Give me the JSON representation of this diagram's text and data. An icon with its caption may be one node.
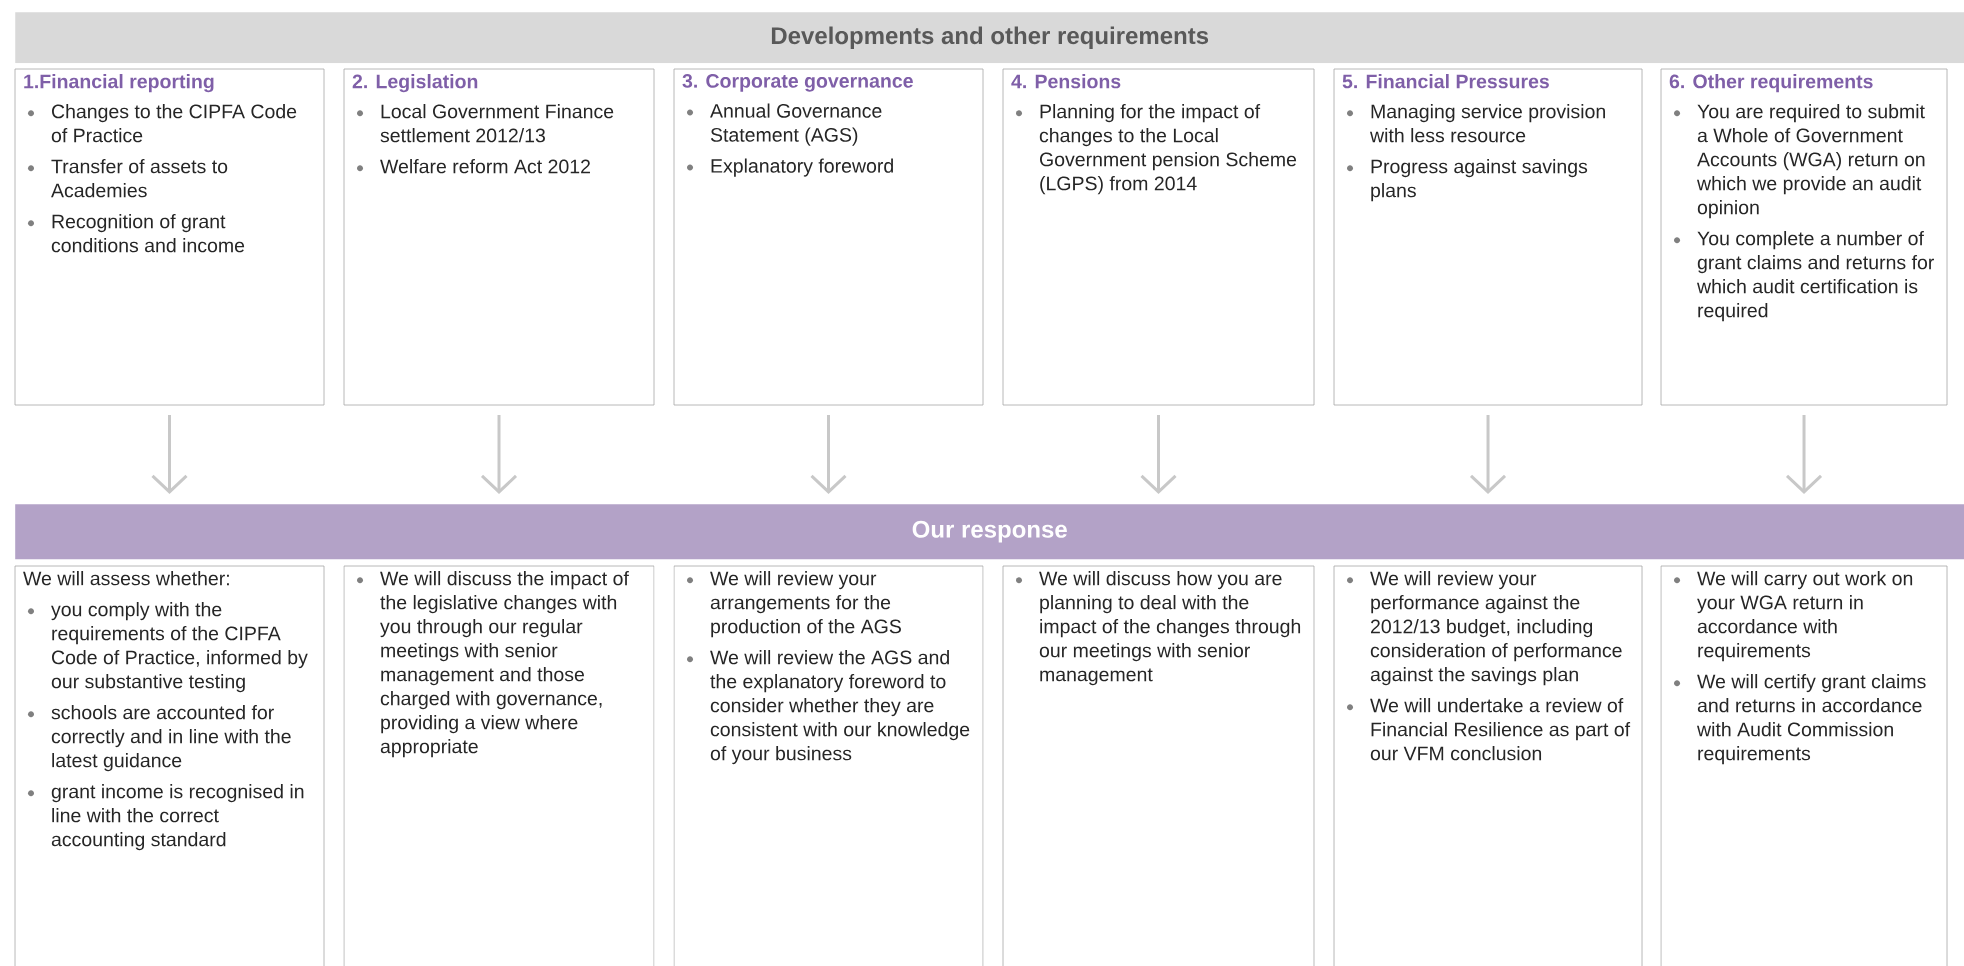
{
  "diagram": {
    "nodes": [
      {
        "text": [
          "Developments and other requirements"
        ]
      },
      {
        "text": [
          "1.Financial reporting",
          "Changes to the CIPFA Code of Practice",
          "Transfer of assets to Academies",
          "Recognition of grant conditions and income"
        ]
      },
      {
        "text": [
          "2. Legislation",
          "Local Government Finance settlement 2012/13",
          "Welfare reform Act 2012"
        ]
      },
      {
        "text": [
          "3. Corporate governance",
          "Annual Governance Statement (AGS)",
          "Explanatory foreword"
        ]
      },
      {
        "text": [
          "4. Pensions",
          "Planning for the impact of changes to the Local Government pension Scheme (LGPS) from 2014"
        ]
      },
      {
        "text": [
          "5. Financial Pressures",
          "Managing service provision with less resource",
          "Progress against savings plans"
        ]
      },
      {
        "text": [
          "6. Other requirements",
          "You are required to submit a Whole of Government Accounts (WGA) return on which we provide an audit opinion",
          "You complete a number of grant claims and returns for which audit certification is required"
        ]
      },
      {
        "text": [
          "Our response"
        ]
      },
      {
        "text": [
          "We will assess whether:",
          "you comply with the requirements of the CIPFA Code of Practice, informed by our substantive testing",
          "schools are accounted for correctly and in line with the latest guidance",
          "grant income is recognised in line with the correct accounting standard"
        ]
      },
      {
        "text": [
          "We will discuss the impact of the legislative changes with you through our regular meetings with senior management and those charged with governance, providing a view where appropriate"
        ]
      },
      {
        "text": [
          "We will review your arrangements for the production of the AGS",
          "We will review the AGS and the explanatory foreword to consider whether they are consistent with our knowledge of your business"
        ]
      },
      {
        "text": [
          "We will discuss how you are planning to deal with the impact of the changes through our meetings with senior management"
        ]
      },
      {
        "text": [
          "We will review your performance against the 2012/13 budget, including consideration of performance against the savings plan",
          "We will undertake a review of Financial Resilience as part of our VFM conclusion"
        ]
      },
      {
        "text": [
          "We will carry out work on your WGA return in accordance with requirements",
          "We will certify grant claims and returns in accordance with Audit Commission requirements"
        ]
      }
    ],
    "edges": [
      {
        "from": 1,
        "to": 7,
        "arrow": "to"
      },
      {
        "from": 2,
        "to": 7,
        "arrow": "to"
      },
      {
        "from": 3,
        "to": 7,
        "arrow": "to"
      },
      {
        "from": 4,
        "to": 7,
        "arrow": "to"
      },
      {
        "from": 5,
        "to": 7,
        "arrow": "to"
      },
      {
        "from": 6,
        "to": 7,
        "arrow": "to"
      }
    ]
  }
}
